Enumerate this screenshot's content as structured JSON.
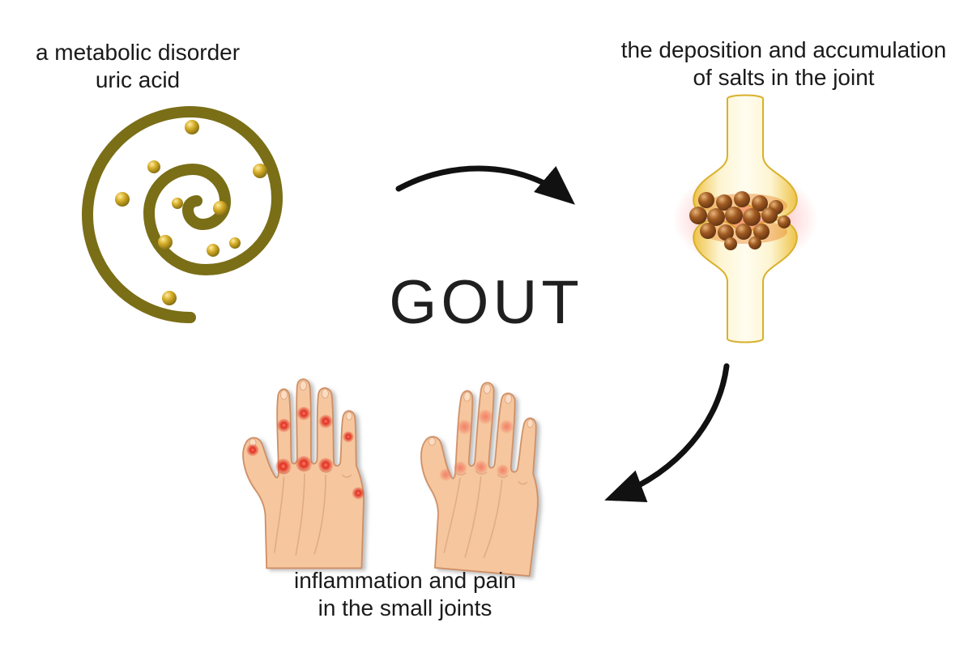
{
  "page": {
    "background": "#ffffff"
  },
  "title": {
    "text": "GOUT"
  },
  "labels": {
    "metabolic_disorder": {
      "line1": "a metabolic disorder",
      "line2": "uric acid"
    },
    "salt_deposition": {
      "line1": "the deposition and accumulation",
      "line2": "of salts in the joint"
    },
    "inflammation": {
      "line1": "inflammation and pain",
      "line2": "in the small joints"
    }
  },
  "illustrations": {
    "spiral": "uric-acid-spiral",
    "joint": "joint-with-salt-deposits",
    "hands": "hands-with-inflamed-small-joints",
    "arrow_top": "arrow-disorder-to-joint",
    "arrow_right": "arrow-joint-to-hands"
  },
  "colors": {
    "background": "#ffffff",
    "text": "#1a1a1a",
    "spiral": "#7a6e17",
    "crystal_highlight": "#ffec9e",
    "crystal": "#d4ab26",
    "crystal_dark": "#7d6a10",
    "bone_edge": "#eec348",
    "bone_light": "#fdf4d0",
    "bone_core": "#fffdf0",
    "bone_outline": "#d9b02c",
    "joint_shading": "#e8872a",
    "glow": "#ff5a5a",
    "salt_light": "#e8b57a",
    "salt": "#a05a22",
    "salt_dark": "#5f3110",
    "skin": "#f6c79e",
    "skin_outline": "#cf8f66",
    "skin_lines": "#dba580",
    "nail": "#fbdcc0",
    "inflamed_light": "#ff7a66",
    "inflamed": "#e02d1f",
    "inflamed_soft": "#f27860",
    "arrow": "#111111"
  }
}
